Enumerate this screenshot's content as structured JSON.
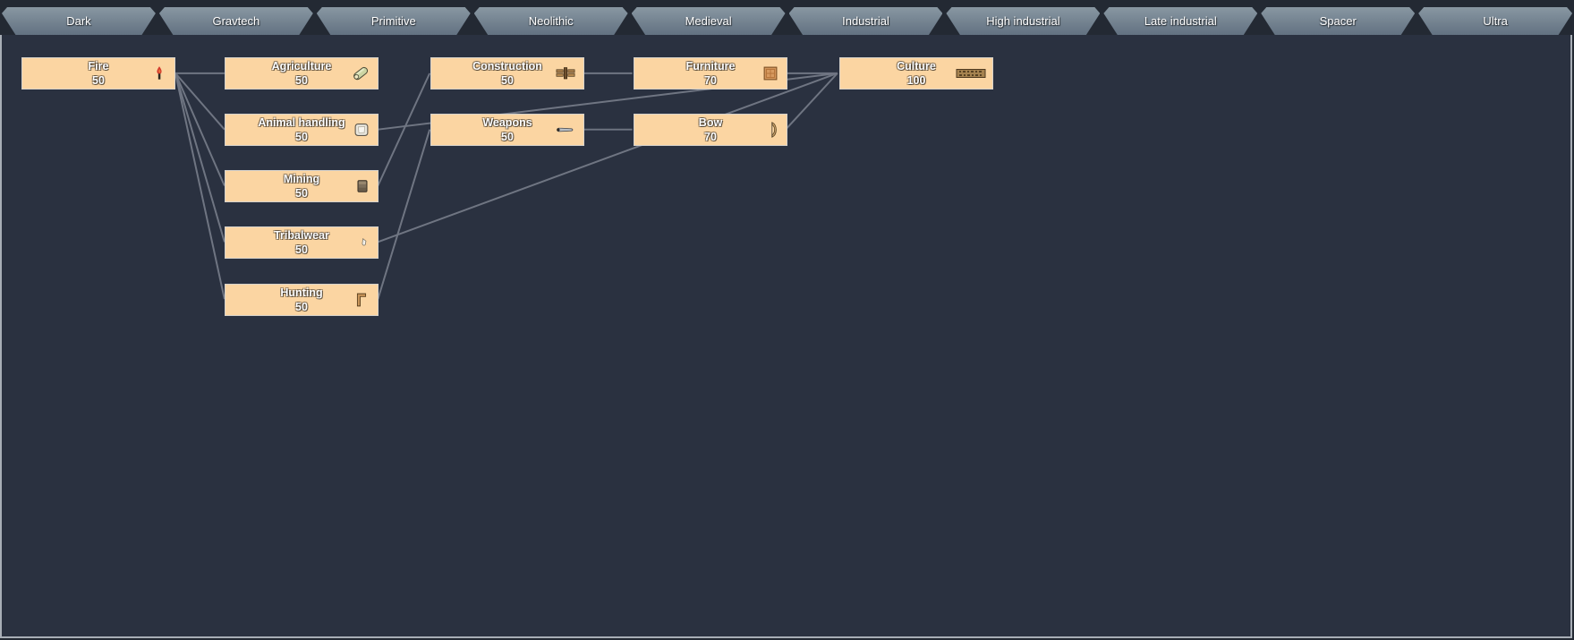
{
  "window": {
    "background": "#2a3140",
    "header_background": "#232933",
    "frame_border_color": "#a8aeb6",
    "accent_node_color": "#fbd5a2",
    "edge_color": "#6f7582",
    "tab_color": "#76858f"
  },
  "tabs": [
    {
      "label": "Dark"
    },
    {
      "label": "Gravtech"
    },
    {
      "label": "Primitive"
    },
    {
      "label": "Neolithic"
    },
    {
      "label": "Medieval"
    },
    {
      "label": "Industrial"
    },
    {
      "label": "High industrial"
    },
    {
      "label": "Late industrial"
    },
    {
      "label": "Spacer"
    },
    {
      "label": "Ultra"
    }
  ],
  "tree": {
    "nodes": [
      {
        "id": "fire",
        "label": "Fire",
        "cost": "50",
        "icon": "torch-icon",
        "col": 0,
        "row": 0
      },
      {
        "id": "agriculture",
        "label": "Agriculture",
        "cost": "50",
        "icon": "plant-roll-icon",
        "col": 1,
        "row": 0
      },
      {
        "id": "animal-handling",
        "label": "Animal handling",
        "cost": "50",
        "icon": "hide-icon",
        "col": 1,
        "row": 1
      },
      {
        "id": "mining",
        "label": "Mining",
        "cost": "50",
        "icon": "ore-block-icon",
        "col": 1,
        "row": 2
      },
      {
        "id": "tribalwear",
        "label": "Tribalwear",
        "cost": "50",
        "icon": "cloth-icon",
        "col": 1,
        "row": 3
      },
      {
        "id": "hunting",
        "label": "Hunting",
        "cost": "50",
        "icon": "trap-icon",
        "col": 1,
        "row": 4
      },
      {
        "id": "construction",
        "label": "Construction",
        "cost": "50",
        "icon": "planks-icon",
        "col": 2,
        "row": 0
      },
      {
        "id": "weapons",
        "label": "Weapons",
        "cost": "50",
        "icon": "club-icon",
        "col": 2,
        "row": 1
      },
      {
        "id": "furniture",
        "label": "Furniture",
        "cost": "70",
        "icon": "rug-icon",
        "col": 3,
        "row": 0
      },
      {
        "id": "bow",
        "label": "Bow",
        "cost": "70",
        "icon": "bow-icon",
        "col": 3,
        "row": 1
      },
      {
        "id": "culture",
        "label": "Culture",
        "cost": "100",
        "icon": "carving-icon",
        "col": 4,
        "row": 0
      }
    ],
    "edges": [
      [
        "fire",
        "agriculture"
      ],
      [
        "fire",
        "animal-handling"
      ],
      [
        "fire",
        "mining"
      ],
      [
        "fire",
        "tribalwear"
      ],
      [
        "fire",
        "hunting"
      ],
      [
        "mining",
        "construction"
      ],
      [
        "hunting",
        "weapons"
      ],
      [
        "animal-handling",
        "culture"
      ],
      [
        "tribalwear",
        "culture"
      ],
      [
        "construction",
        "furniture"
      ],
      [
        "weapons",
        "bow"
      ],
      [
        "furniture",
        "culture"
      ],
      [
        "bow",
        "culture"
      ]
    ]
  }
}
